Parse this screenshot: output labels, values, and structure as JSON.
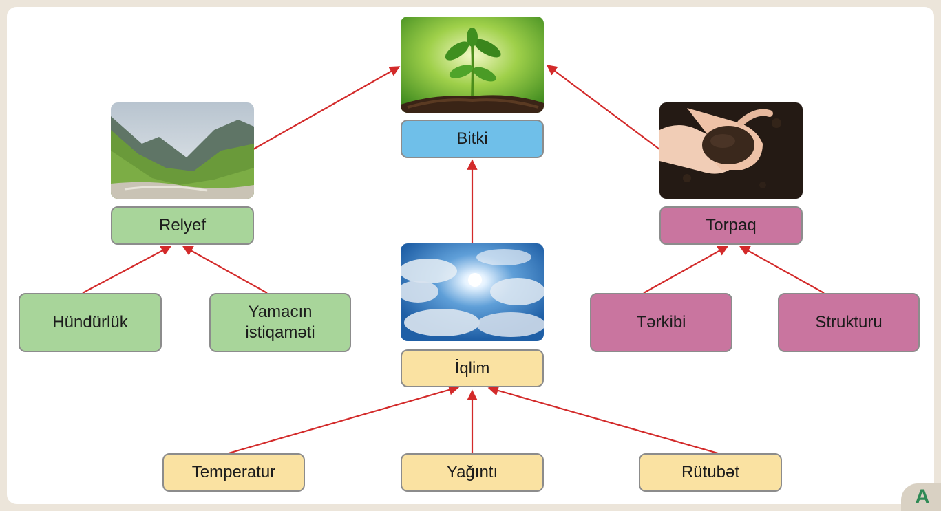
{
  "nodes": {
    "bitki": "Bitki",
    "relyef": "Relyef",
    "torpaq": "Torpaq",
    "iqlim": "İqlim",
    "hundurluk": "Hündürlük",
    "yamacin": "Yamacın istiqaməti",
    "terkibi": "Tərkibi",
    "strukturu": "Strukturu",
    "temperatur": "Temperatur",
    "yaginti": "Yağıntı",
    "rutubet": "Rütubət"
  },
  "images": {
    "plant": "sprout-photo",
    "mountains": "mountain-valley-photo",
    "soil": "hands-with-soil-photo",
    "sky": "sunny-sky-clouds-photo"
  },
  "badge": "A",
  "colors": {
    "green": "#a8d59a",
    "blue": "#6fbfe9",
    "pink": "#c9759f",
    "yellow": "#fae2a2",
    "arrow": "#d32a2a",
    "badge_text": "#2f8a55"
  }
}
